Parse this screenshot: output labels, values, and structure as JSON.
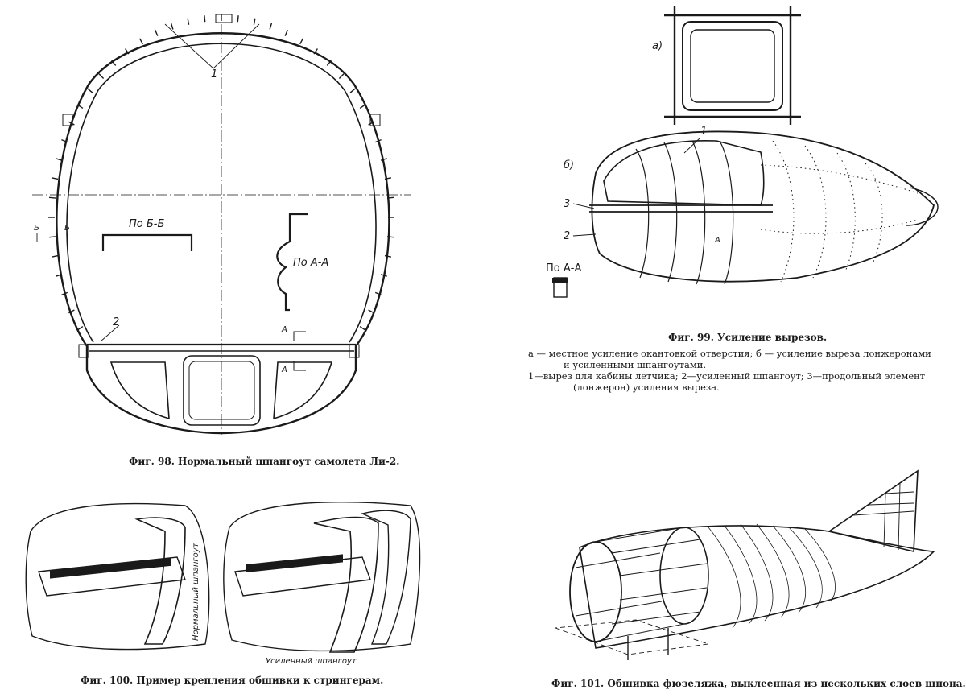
{
  "fig98": {
    "caption": "Фиг. 98. Нормальный шпангоут самолета Ли-2.",
    "label_po_bb": "По Б-Б",
    "label_po_aa": "По А-А",
    "label_b": "Б",
    "label_a": "А",
    "callout_1": "1",
    "callout_2": "2"
  },
  "fig99": {
    "caption": "Фиг. 99. Усиление вырезов.",
    "desc_line1": "а — местное усиление окантовкой отверстия; б — усиление выреза лонжеронами",
    "desc_line2": "и усиленными шпангоутами.",
    "desc_line3": "1—вырез для кабины летчика; 2—усиленный шпангоут; 3—продольный элемент",
    "desc_line4": "(лонжерон) усиления выреза.",
    "label_a": "а)",
    "label_b": "б)",
    "label_po_aa": "По А-А",
    "callout_1": "1",
    "callout_2": "2",
    "callout_3": "3",
    "label_A": "А"
  },
  "fig100": {
    "caption": "Фиг. 100. Пример крепления обшивки к стрингерам.",
    "label_normal": "Нормальный шпангоут",
    "label_reinforced": "Усиленный шпангоут"
  },
  "fig101": {
    "caption": "Фиг. 101. Обшивка фюзеляжа, выклеенная из нескольких слоев шпона."
  }
}
